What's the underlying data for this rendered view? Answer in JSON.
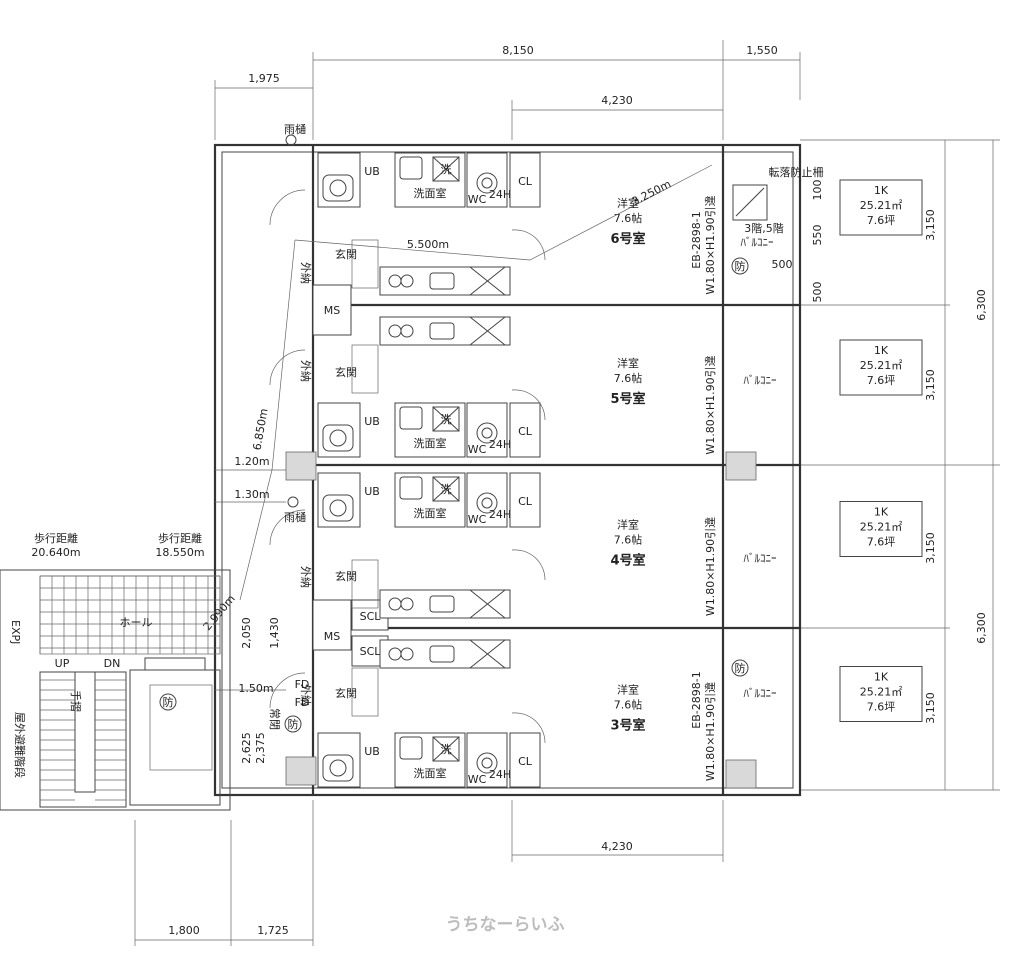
{
  "dimensions": {
    "top_total": "8,150",
    "top_right": "1,550",
    "top_left": "1,975",
    "inner_top": "4,230",
    "inner_bottom": "4,230",
    "bottom_left": "1,800",
    "bottom_mid": "1,725",
    "right_6300_a": "6,300",
    "right_6300_b": "6,300",
    "row_3150": "3,150",
    "diag_3250": "3.250m",
    "diag_5500": "5.500m",
    "diag_6850": "6.850m",
    "diag_2990": "2.990m",
    "left_120": "1.20m",
    "left_130": "1.30m",
    "left_150": "1.50m",
    "v_2050": "2,050",
    "v_1430": "1,430",
    "v_2625": "2,625",
    "v_2375": "2,375",
    "small_550": "550",
    "small_500a": "500",
    "small_500b": "500",
    "small_100": "100"
  },
  "labels": {
    "rain_gutter": "雨樋",
    "anti_fall_fence": "転落防止柵",
    "balcony": "ﾊﾞﾙｺﾆｰ",
    "balcony_35": "3階,5階",
    "unit_bath": "UB",
    "washroom": "洗面室",
    "wash": "洗",
    "wc": "WC",
    "vent": "24H",
    "closet": "CL",
    "entrance": "玄関",
    "outside_storage": "外納",
    "ms": "MS",
    "scl": "SCL",
    "walk_dist_a": "歩行距離",
    "walk_val_a": "20.640m",
    "walk_dist_b": "歩行距離",
    "walk_val_b": "18.550m",
    "hall": "ホール",
    "exp": "EXPJ",
    "up": "UP",
    "dn": "DN",
    "handrail": "手摺",
    "ext_stair": "屋外避難階段",
    "fd": "FD",
    "normally_closed": "常閉",
    "fire": "防",
    "window_spec": "W1.80×H1.90引違",
    "eb_spec": "EB-2898-1",
    "watermark": "うちなーらいふ"
  },
  "units": [
    {
      "room": "6号室",
      "type": "洋室",
      "size": "7.6帖",
      "layout": "1K",
      "area": "25.21㎡",
      "tsubo": "7.6坪"
    },
    {
      "room": "5号室",
      "type": "洋室",
      "size": "7.6帖",
      "layout": "1K",
      "area": "25.21㎡",
      "tsubo": "7.6坪"
    },
    {
      "room": "4号室",
      "type": "洋室",
      "size": "7.6帖",
      "layout": "1K",
      "area": "25.21㎡",
      "tsubo": "7.6坪"
    },
    {
      "room": "3号室",
      "type": "洋室",
      "size": "7.6帖",
      "layout": "1K",
      "area": "25.21㎡",
      "tsubo": "7.6坪"
    }
  ]
}
